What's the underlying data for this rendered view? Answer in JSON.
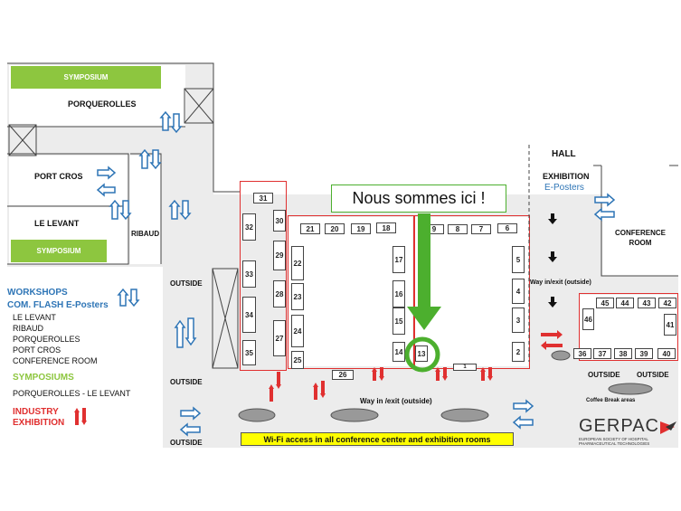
{
  "rooms": {
    "porquerolles": "PORQUEROLLES",
    "port_cros": "PORT CROS",
    "le_levant": "LE LEVANT",
    "ribaud": "RIBAUD",
    "conference_room": "CONFERENCE ROOM",
    "symposium_top": "SYMPOSIUM",
    "symposium_bottom": "SYMPOSIUM"
  },
  "labels": {
    "hall": "HALL",
    "exhibition": "EXHIBITION",
    "e_posters": "E-Posters",
    "outside": "OUTSIDE",
    "way_in_exit_outside": "Way in/exit (outside)",
    "way_in_exit_outside_bottom": "Way in /exit (outside)",
    "coffee_break": "Coffee Break areas",
    "you_are_here": "Nous sommes ici !",
    "wifi": "Wi-Fi access in all conference center and exhibition rooms"
  },
  "legend": {
    "workshops": "WORKSHOPS",
    "com_flash": "COM. FLASH E-Posters",
    "rooms": [
      "LE LEVANT",
      "RIBAUD",
      "PORQUEROLLES",
      "PORT CROS",
      "CONFERENCE ROOM"
    ],
    "symposiums": "SYMPOSIUMS",
    "symposium_rooms": "PORQUEROLLES - LE LEVANT",
    "industry": "INDUSTRY",
    "exhibition": "EXHIBITION"
  },
  "logo": {
    "name": "GERPAC",
    "tagline1": "EUROPEAN SOCIETY OF HOSPITAL",
    "tagline2": "PHARMACEUTICAL TECHNOLOGIES"
  },
  "booths": [
    "31",
    "32",
    "30",
    "21",
    "20",
    "19",
    "18",
    "9",
    "8",
    "7",
    "6",
    "29",
    "22",
    "17",
    "5",
    "33",
    "28",
    "23",
    "16",
    "4",
    "34",
    "27",
    "24",
    "15",
    "3",
    "35",
    "25",
    "14",
    "13",
    "2",
    "26",
    "1",
    "45",
    "44",
    "43",
    "42",
    "46",
    "41",
    "36",
    "37",
    "38",
    "39",
    "40"
  ],
  "colors": {
    "workshop_blue": "#2e75b6",
    "symposium_green": "#8dc63f",
    "industry_red": "#e03030",
    "here_green": "#4caf2e",
    "wifi_yellow": "#ffff00"
  }
}
